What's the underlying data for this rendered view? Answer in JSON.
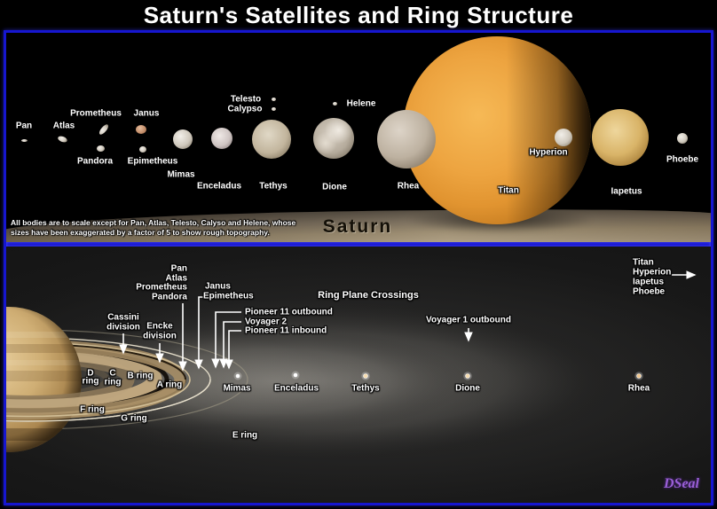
{
  "title": "Saturn's Satellites and Ring Structure",
  "signature": "DSeal",
  "top_panel": {
    "planet_label": "Saturn",
    "note_line1": "All bodies are to scale except for Pan, Atlas, Telesto, Calyso and Helene, whose",
    "note_line2": "sizes have been exaggerated by a factor of 5 to show rough topography.",
    "moons": {
      "pan": "Pan",
      "atlas": "Atlas",
      "prometheus": "Prometheus",
      "pandora": "Pandora",
      "janus": "Janus",
      "epimetheus": "Epimetheus",
      "mimas": "Mimas",
      "enceladus": "Enceladus",
      "telesto": "Telesto",
      "calypso": "Calypso",
      "tethys": "Tethys",
      "dione": "Dione",
      "helene": "Helene",
      "rhea": "Rhea",
      "titan": "Titan",
      "hyperion": "Hyperion",
      "iapetus": "Iapetus",
      "phoebe": "Phoebe"
    }
  },
  "bottom_panel": {
    "heading": "Ring Plane Crossings",
    "divisions": {
      "cassini_line1": "Cassini",
      "cassini_line2": "division",
      "encke_line1": "Encke",
      "encke_line2": "division"
    },
    "pointer_moons": {
      "pan": "Pan",
      "atlas": "Atlas",
      "prometheus": "Prometheus",
      "pandora": "Pandora",
      "janus": "Janus",
      "epimetheus": "Epimetheus"
    },
    "spacecraft": {
      "pioneer11_outbound": "Pioneer 11 outbound",
      "voyager2": "Voyager 2",
      "pioneer11_inbound": "Pioneer 11 inbound",
      "voyager1_outbound": "Voyager 1 outbound"
    },
    "rings": {
      "d_line1": "D",
      "d_line2": "ring",
      "c_line1": "C",
      "c_line2": "ring",
      "b": "B ring",
      "a": "A ring",
      "f": "F ring",
      "g": "G ring",
      "e": "E ring"
    },
    "moons": {
      "mimas": "Mimas",
      "enceladus": "Enceladus",
      "tethys": "Tethys",
      "dione": "Dione",
      "rhea": "Rhea"
    },
    "outer_moons": {
      "titan": "Titan",
      "hyperion": "Hyperion",
      "iapetus": "Iapetus",
      "phoebe": "Phoebe"
    }
  }
}
